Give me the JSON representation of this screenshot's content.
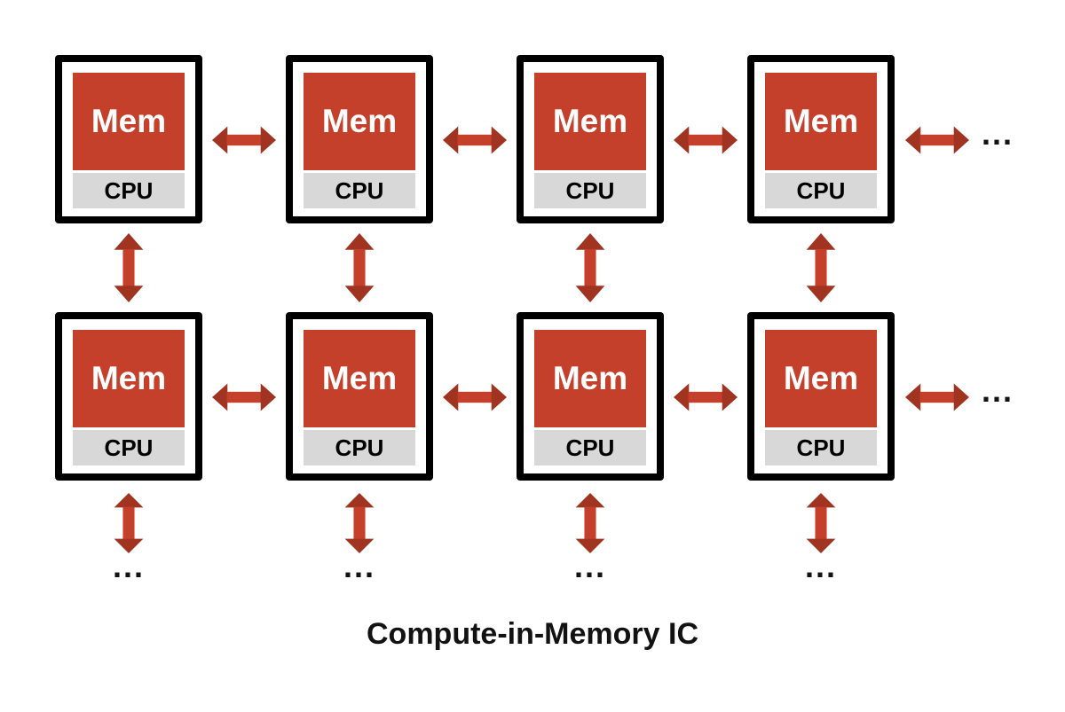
{
  "title": "Compute-in-Memory IC",
  "node": {
    "mem": "Mem",
    "cpu": "CPU"
  },
  "ellipsis": "...",
  "diagram": {
    "rows": 2,
    "columns": 4,
    "node_count": 8
  },
  "colors": {
    "background": "#FFFFFF",
    "chip_red": "#C5402B",
    "cpu_gray": "#D8D8D8",
    "arrow_red": "#C5402B",
    "arrow_head_red": "#A03421",
    "outline_black": "#000000",
    "text_black": "#121212"
  }
}
